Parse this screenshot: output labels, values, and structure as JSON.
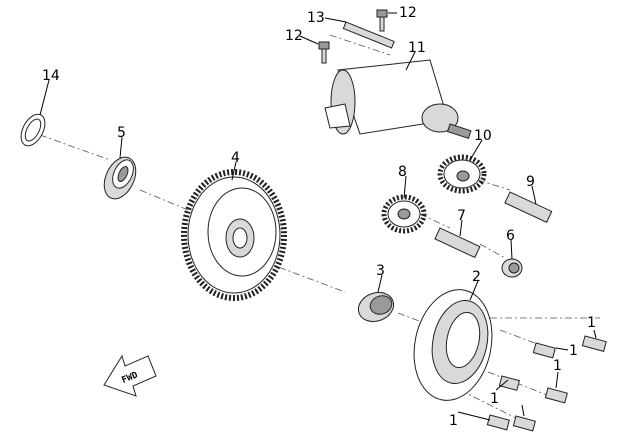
{
  "diagram": {
    "type": "exploded-parts-diagram",
    "callouts": [
      "1",
      "1",
      "1",
      "1",
      "1",
      "2",
      "3",
      "4",
      "5",
      "6",
      "7",
      "8",
      "9",
      "10",
      "11",
      "12",
      "12",
      "13",
      "14"
    ],
    "direction_arrow_text": "FWD"
  }
}
